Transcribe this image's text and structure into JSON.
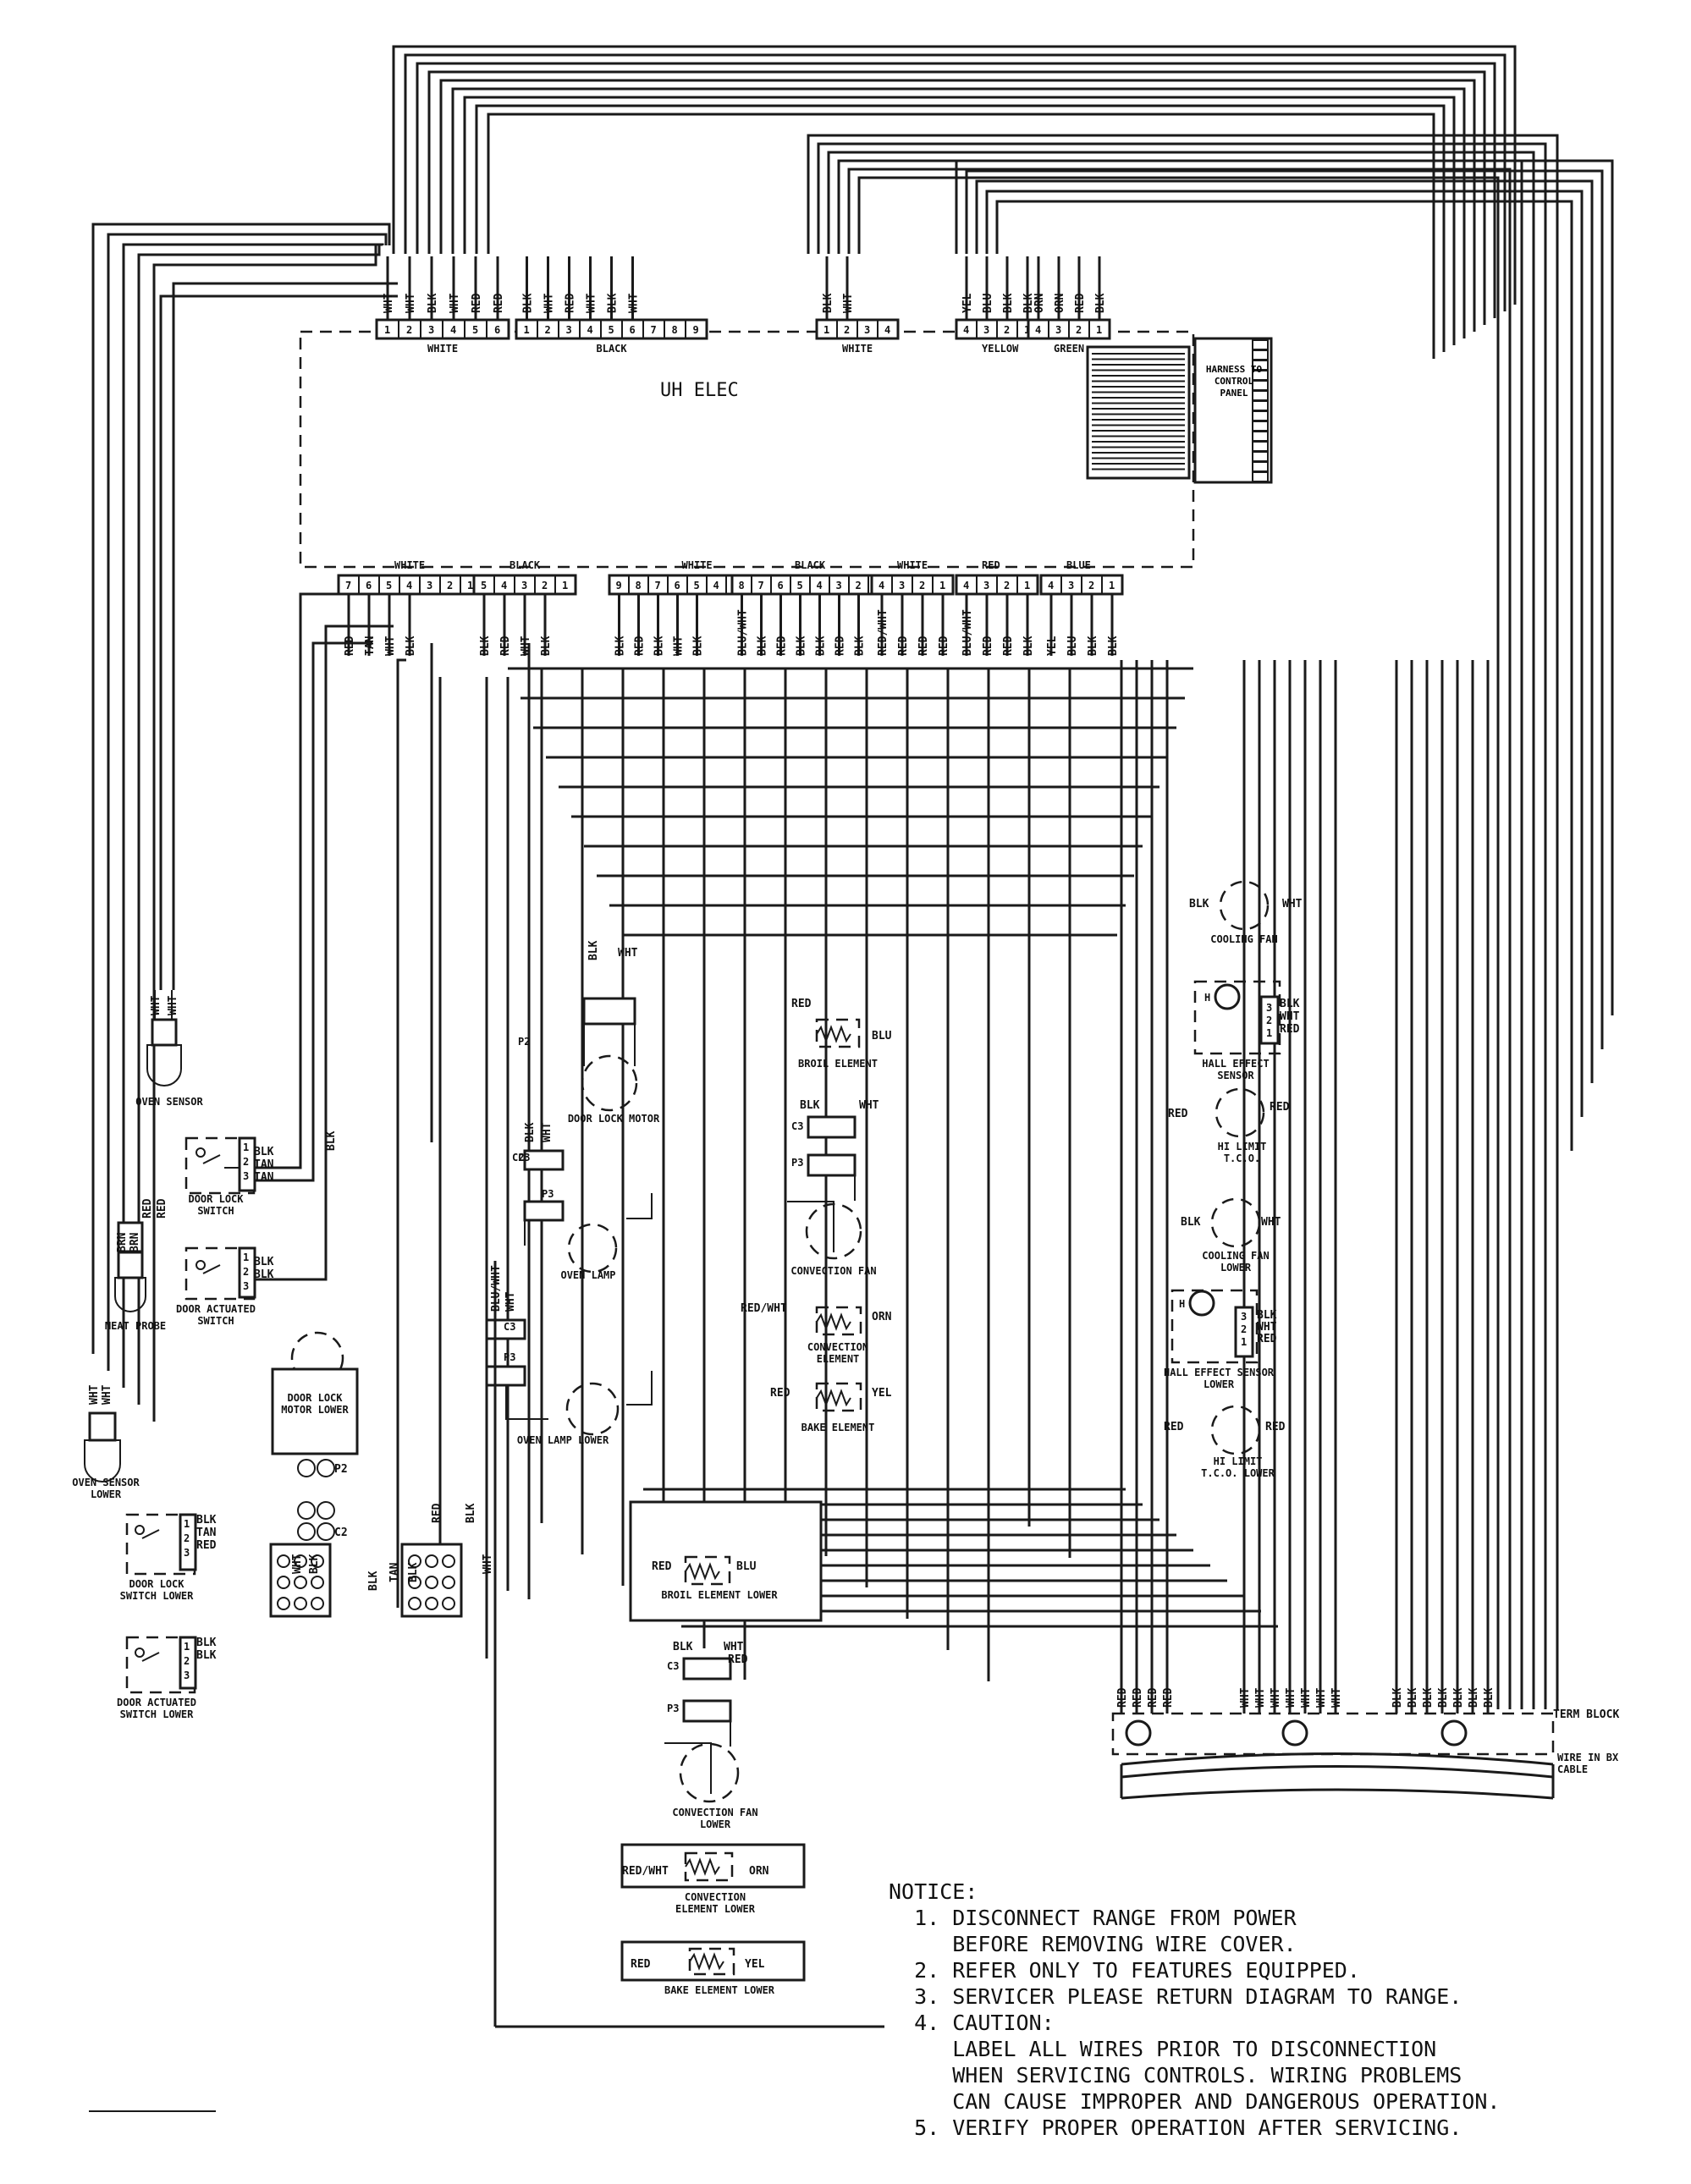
{
  "main_box": {
    "label": "UH ELEC"
  },
  "top_connectors": [
    {
      "id": "p2t",
      "color": "WHITE",
      "pins": [
        "1",
        "2",
        "3",
        "4",
        "5",
        "6"
      ],
      "wires": [
        "WHT",
        "WHT",
        "BLK",
        "WHT",
        "RED",
        "RED"
      ]
    },
    {
      "id": "p7t",
      "color": "BLACK",
      "pins": [
        "1",
        "2",
        "3",
        "4",
        "5",
        "6",
        "7",
        "8",
        "9"
      ],
      "wires": [
        "BLK",
        "WHT",
        "RED",
        "WHT",
        "BLK",
        "WHT"
      ]
    },
    {
      "id": "p11",
      "color": "WHITE",
      "pins": [
        "1",
        "2",
        "3",
        "4"
      ],
      "wires": [
        "BLK",
        "WHT"
      ]
    },
    {
      "id": "p10",
      "color": "YELLOW",
      "pins": [
        "4",
        "3",
        "2",
        "1"
      ],
      "wires": [
        "YEL",
        "BLU",
        "BLK",
        "BLK"
      ]
    },
    {
      "id": "p13",
      "color": "GREEN",
      "pins": [
        "4",
        "3",
        "2",
        "1"
      ],
      "wires": [
        "ORN",
        "ORN",
        "RED",
        "BLK"
      ]
    }
  ],
  "bottom_connectors": [
    {
      "id": "p4",
      "color": "WHITE",
      "pins": [
        "7",
        "6",
        "5",
        "4",
        "3",
        "2",
        "1"
      ],
      "wires": [
        "RED",
        "TAN",
        "WHT",
        "BLK"
      ]
    },
    {
      "id": "p8",
      "color": "BLACK",
      "pins": [
        "5",
        "4",
        "3",
        "2",
        "1"
      ],
      "wires": [
        "BLK",
        "RED",
        "WHT",
        "BLK"
      ]
    },
    {
      "id": "p9",
      "color": "WHITE",
      "pins": [
        "9",
        "8",
        "7",
        "6",
        "5",
        "4",
        "3",
        "2",
        "1"
      ],
      "wires": [
        "BLK",
        "RED",
        "BLK",
        "WHT",
        "BLK"
      ]
    },
    {
      "id": "p5",
      "color": "BLACK",
      "pins": [
        "8",
        "7",
        "6",
        "5",
        "4",
        "3",
        "2",
        "1"
      ],
      "wires": [
        "BLU/WHT",
        "BLK",
        "RED",
        "BLK",
        "BLK",
        "RED",
        "BLK"
      ]
    },
    {
      "id": "p12",
      "color": "WHITE",
      "pins": [
        "4",
        "3",
        "2",
        "1"
      ],
      "wires": [
        "RED/WHT",
        "RED",
        "RED",
        "RED"
      ]
    },
    {
      "id": "p14",
      "color": "RED",
      "pins": [
        "4",
        "3",
        "2",
        "1"
      ],
      "wires": [
        "BLU/WHT",
        "RED",
        "RED",
        "BLK"
      ]
    },
    {
      "id": "p16",
      "color": "BLUE",
      "pins": [
        "4",
        "3",
        "2",
        "1"
      ],
      "wires": [
        "YEL",
        "BLU",
        "BLK",
        "BLK"
      ]
    }
  ],
  "harness": {
    "label": "HARNESS TO CONTROL PANEL"
  },
  "components": {
    "oven_sensor": "OVEN SENSOR",
    "door_lock_switch": "DOOR LOCK SWITCH",
    "door_actuated_switch": "DOOR ACTUATED SWITCH",
    "meat_probe": "MEAT PROBE",
    "oven_sensor_lower": "OVEN SENSOR LOWER",
    "door_lock_motor_lower": "DOOR LOCK MOTOR LOWER",
    "door_lock_switch_lower": "DOOR LOCK SWITCH LOWER",
    "door_actuated_switch_lower": "DOOR ACTUATED SWITCH LOWER",
    "door_lock_motor": "DOOR LOCK MOTOR",
    "oven_lamp": "OVEN LAMP",
    "oven_lamp_lower": "OVEN LAMP LOWER",
    "broil_element": "BROIL ELEMENT",
    "convection_fan": "CONVECTION FAN",
    "convection_element": "CONVECTION ELEMENT",
    "bake_element": "BAKE ELEMENT",
    "broil_element_lower": "BROIL ELEMENT LOWER",
    "convection_fan_lower": "CONVECTION FAN LOWER",
    "convection_element_lower": "CONVECTION ELEMENT LOWER",
    "bake_element_lower": "BAKE ELEMENT LOWER",
    "cooling_fan": "COOLING FAN",
    "hall_effect_sensor": "HALL EFFECT SENSOR",
    "hi_limit_tco": "HI LIMIT T.C.O.",
    "cooling_fan_lower": "COOLING FAN LOWER",
    "hall_effect_sensor_lower": "HALL EFFECT SENSOR LOWER",
    "hi_limit_tco_lower": "HI LIMIT T.C.O. LOWER",
    "term_block": "TERM BLOCK",
    "wire_in_bx_cable": "WIRE IN BX CABLE"
  },
  "wire_labels": {
    "red": "RED",
    "blk": "BLK",
    "wht": "WHT",
    "blu": "BLU",
    "orn": "ORN",
    "yel": "YEL",
    "tan": "TAN",
    "brn": "BRN",
    "red_wht": "RED/WHT",
    "blu_wht": "BLU/WHT"
  },
  "plug_labels": {
    "p2": "P2",
    "p3": "P3",
    "c2": "C2",
    "c3": "C3"
  },
  "hall_labels": {
    "h": "H",
    "pins": [
      "3",
      "2",
      "1"
    ]
  },
  "switch_pins": [
    "1",
    "2",
    "3"
  ],
  "notice": {
    "title": "NOTICE:",
    "items": [
      {
        "n": "1.",
        "lines": [
          "DISCONNECT RANGE FROM POWER",
          "BEFORE REMOVING WIRE COVER."
        ]
      },
      {
        "n": "2.",
        "lines": [
          "REFER ONLY TO FEATURES EQUIPPED."
        ]
      },
      {
        "n": "3.",
        "lines": [
          "SERVICER PLEASE RETURN DIAGRAM TO RANGE."
        ]
      },
      {
        "n": "4.",
        "lines": [
          "CAUTION:",
          "LABEL ALL WIRES PRIOR TO DISCONNECTION",
          "WHEN SERVICING CONTROLS. WIRING PROBLEMS",
          "CAN CAUSE IMPROPER AND DANGEROUS OPERATION."
        ]
      },
      {
        "n": "5.",
        "lines": [
          "VERIFY PROPER OPERATION AFTER SERVICING."
        ]
      }
    ]
  }
}
